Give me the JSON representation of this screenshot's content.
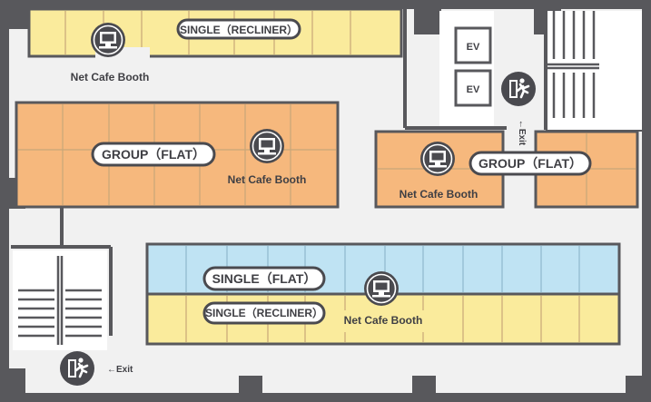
{
  "colors": {
    "wall": "#58585c",
    "floor": "#f1f1f1",
    "single_recliner": "#faeb9c",
    "group_flat": "#f6b87d",
    "single_flat": "#bfe3f3",
    "booth_line": "#c8a679",
    "icon": "#4a4a4f"
  },
  "zones": {
    "top_left_strip": {
      "type": "SINGLE（RECLINER）",
      "booth_label": "Net Cafe Booth"
    },
    "left_group": {
      "type": "GROUP（FLAT）",
      "booth_label": "Net Cafe Booth"
    },
    "right_group": {
      "type": "GROUP（FLAT）",
      "booth_label": "Net Cafe Booth"
    },
    "bottom_flat": {
      "type": "SINGLE（FLAT）"
    },
    "bottom_recliner": {
      "type": "SINGLE（RECLINER）",
      "booth_label": "Net Cafe Booth"
    }
  },
  "elevators": [
    "EV",
    "EV"
  ],
  "exits": {
    "right": {
      "label": "←Exit",
      "icon": "emergency-exit-icon"
    },
    "bottom_left": {
      "label": "←Exit",
      "icon": "emergency-exit-icon"
    }
  },
  "icons": {
    "booth": "computer-monitor-icon"
  }
}
